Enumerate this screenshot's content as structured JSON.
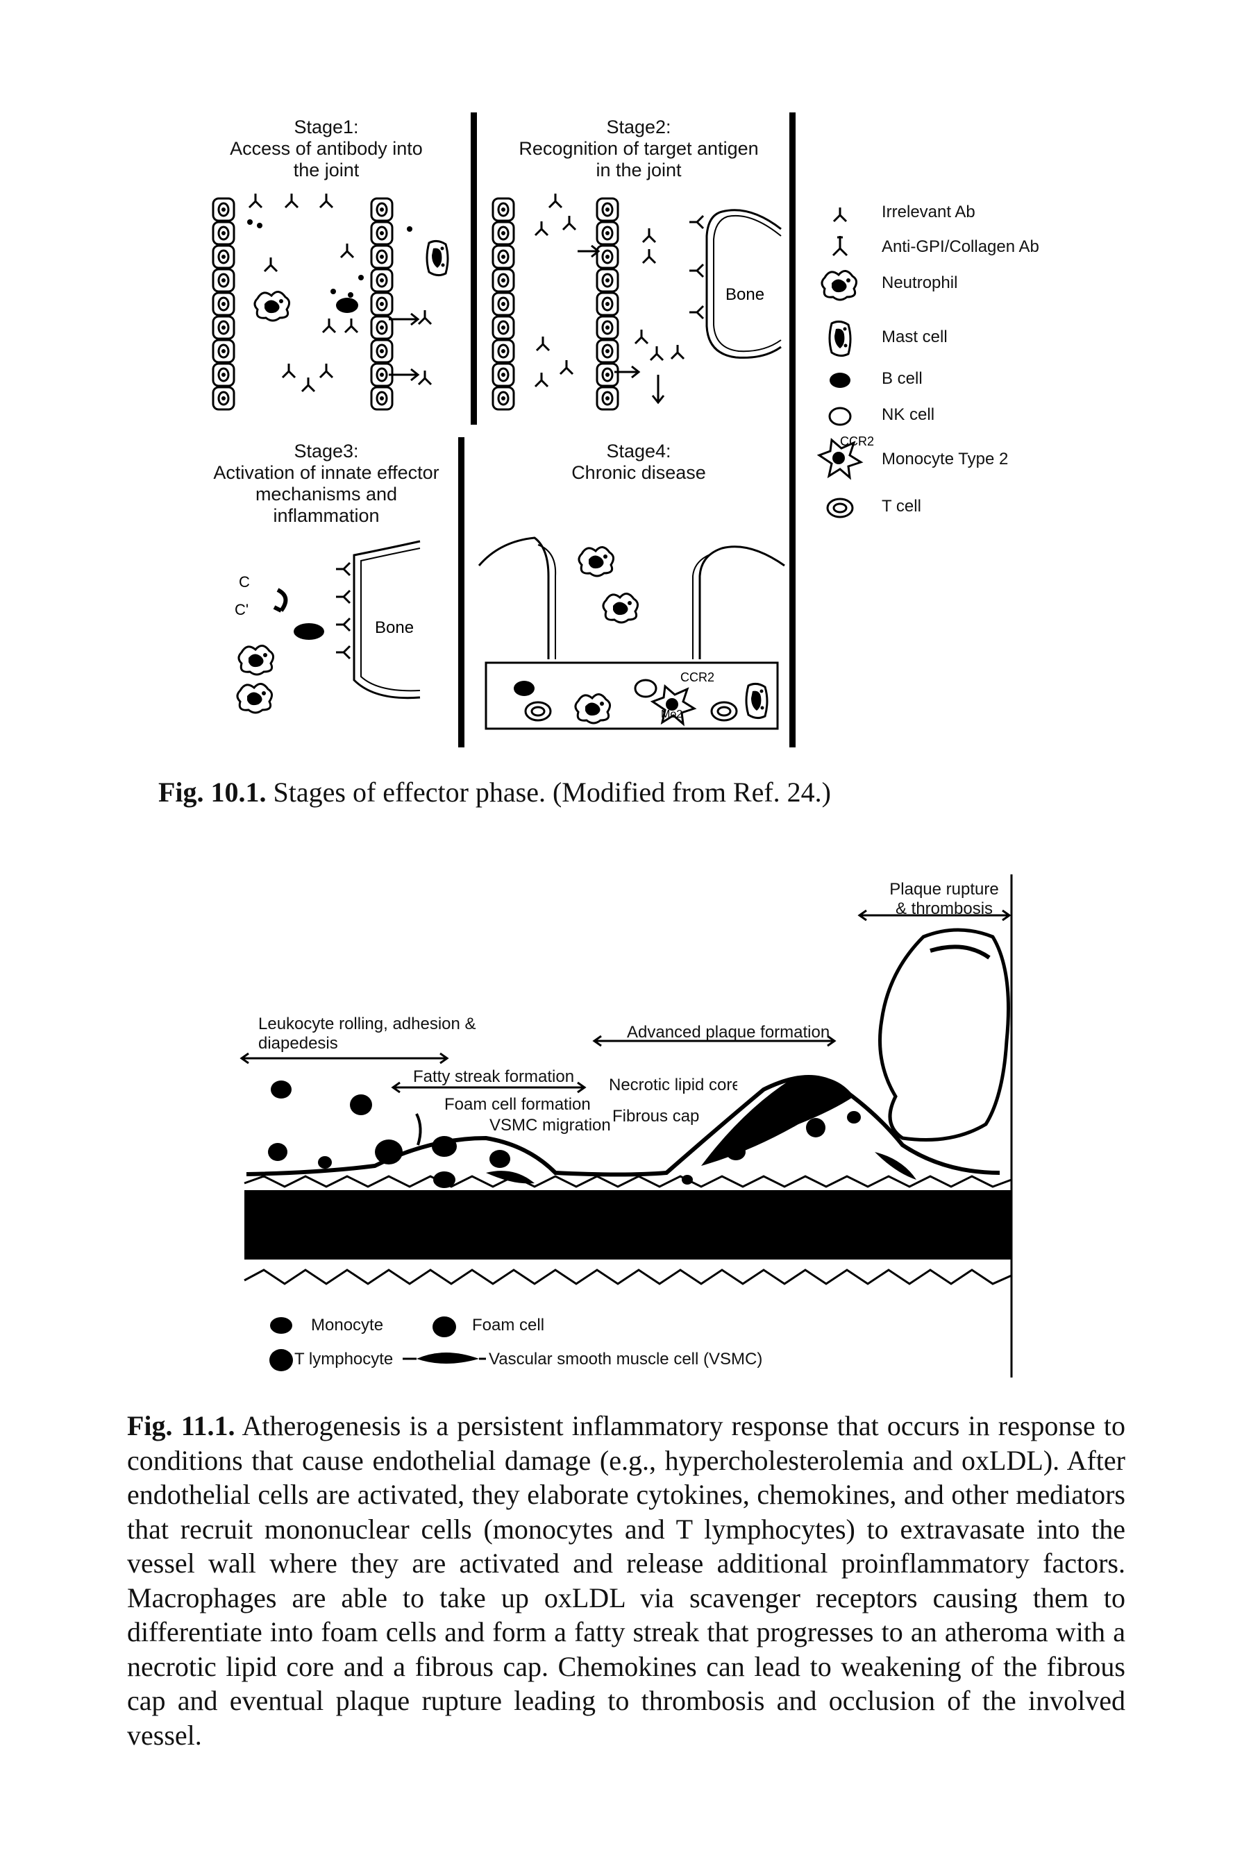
{
  "figure1": {
    "panels": [
      {
        "title_lines": [
          "Stage1:",
          "Access of antibody into",
          "the joint"
        ]
      },
      {
        "title_lines": [
          "Stage2:",
          "Recognition of target antigen",
          "in the joint"
        ]
      },
      {
        "title_lines": [
          "Stage3:",
          "Activation of innate effector",
          "mechanisms and",
          "inflammation"
        ]
      },
      {
        "title_lines": [
          "Stage4:",
          "Chronic disease"
        ]
      }
    ],
    "bone_label": "Bone",
    "ccr2_label": "CCR2",
    "mo2_label": "Mo2",
    "complement_c": "C",
    "complement_c_prime": "C'",
    "legend": [
      {
        "icon": "irrelevant-antibody-icon",
        "label": "Irrelevant Ab"
      },
      {
        "icon": "anti-gpi-collagen-antibody-icon",
        "label": "Anti-GPI/Collagen Ab"
      },
      {
        "icon": "neutrophil-icon",
        "label": "Neutrophil"
      },
      {
        "icon": "mast-cell-icon",
        "label": "Mast cell"
      },
      {
        "icon": "b-cell-icon",
        "label": "B cell"
      },
      {
        "icon": "nk-cell-icon",
        "label": "NK cell"
      },
      {
        "icon": "monocyte-type2-icon",
        "label": "Monocyte Type 2"
      },
      {
        "icon": "t-cell-icon",
        "label": "T cell"
      }
    ],
    "caption_label": "Fig. 10.1.",
    "caption_text": " Stages of effector phase. (Modified from Ref. 24.)"
  },
  "figure2": {
    "labels": {
      "plaque_rupture": [
        "Plaque rupture",
        "& thrombosis"
      ],
      "leukocyte": [
        "Leukocyte rolling, adhesion &",
        "diapedesis"
      ],
      "advanced": "Advanced plaque formation",
      "fatty_streak": "Fatty streak formation",
      "foam_cell_formation": "Foam cell formation",
      "vsmc_migration": "VSMC migration",
      "necrotic_core": "Necrotic lipid core",
      "fibrous_cap": "Fibrous cap"
    },
    "legend": [
      {
        "icon": "monocyte-icon",
        "label": "Monocyte"
      },
      {
        "icon": "foam-cell-icon",
        "label": "Foam cell"
      },
      {
        "icon": "t-lymphocyte-icon",
        "label": "T lymphocyte"
      },
      {
        "icon": "vsmc-icon",
        "label": "Vascular smooth muscle cell (VSMC)"
      }
    ],
    "caption_label": "Fig. 11.1.",
    "caption_text": " Atherogenesis is a persistent inflammatory response that occurs in response to conditions that cause endothelial damage (e.g., hypercholesterolemia and oxLDL). After endothelial cells are activated, they elaborate cytokines, chemokines, and other mediators that recruit mononuclear cells (monocytes and T lymphocytes) to extravasate into the vessel wall where they are activated and release additional proinflammatory factors. Macrophages are able to take up oxLDL via scavenger receptors causing them to differentiate into foam cells and form a fatty streak that progresses to an atheroma with a necrotic lipid core and a fibrous cap. Chemokines can lead to weakening of the fibrous cap and eventual plaque rupture leading to thrombosis and occlusion of the involved vessel."
  }
}
